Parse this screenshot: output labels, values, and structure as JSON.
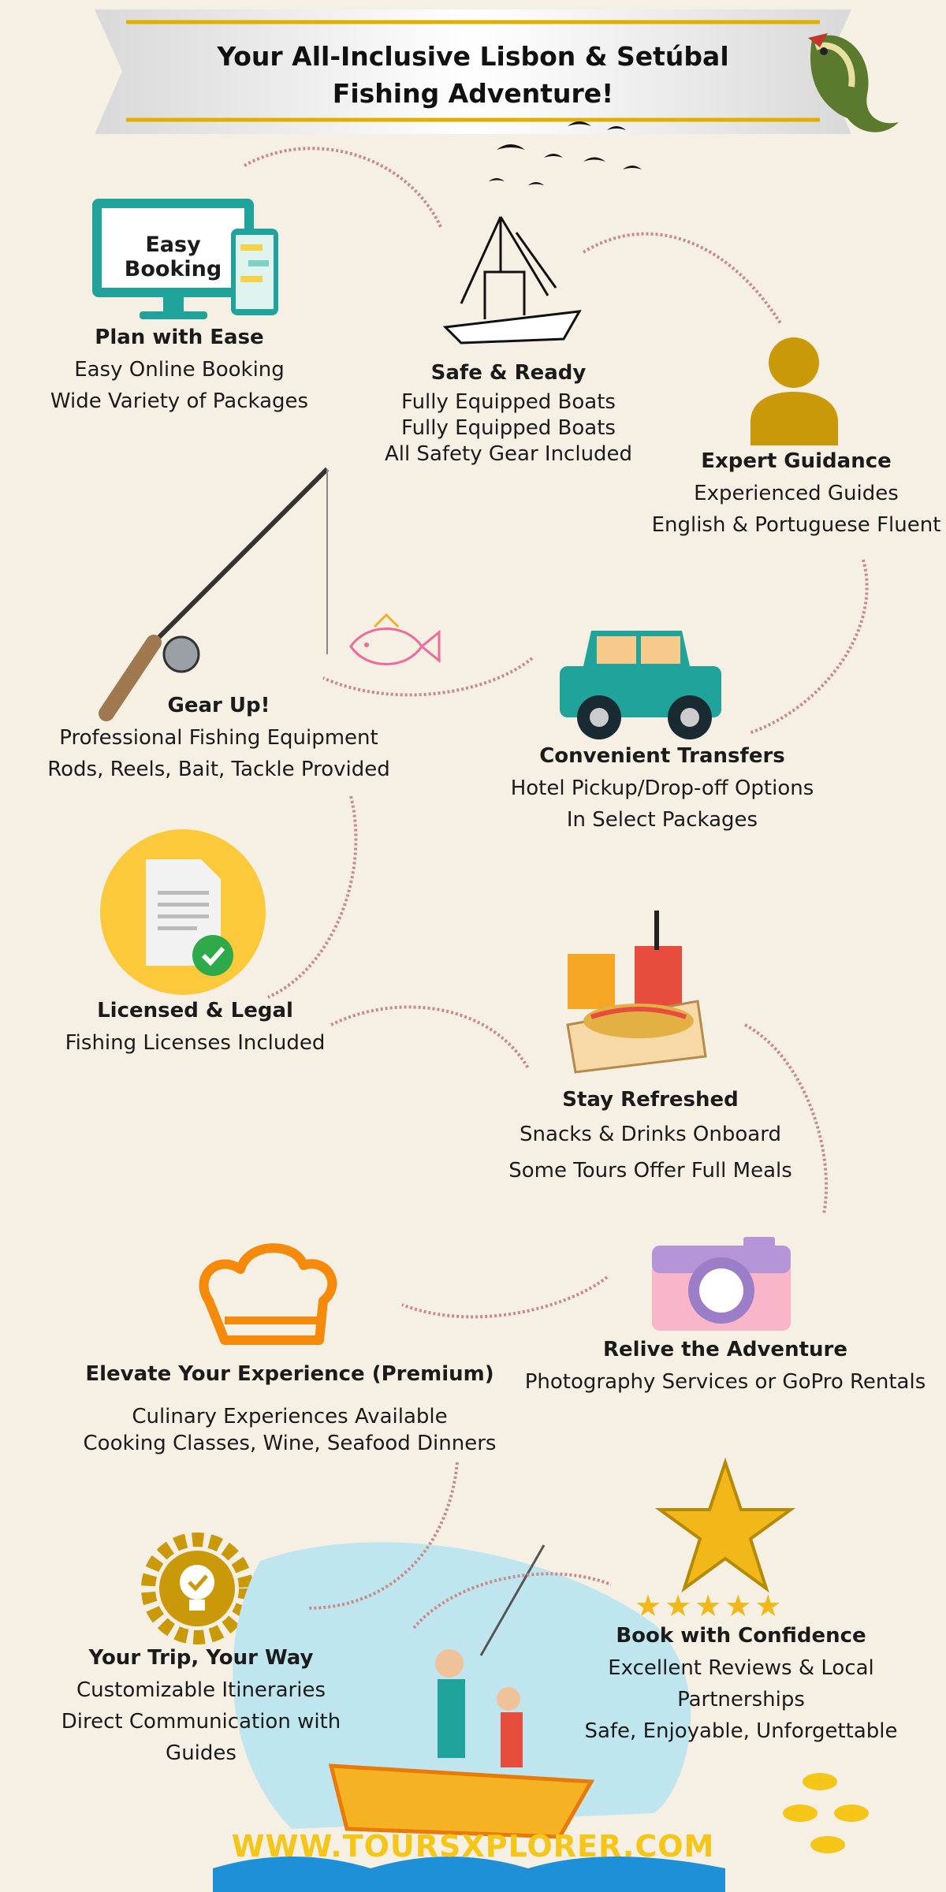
{
  "title": {
    "line1": "Your All-Inclusive Lisbon & Setúbal",
    "line2": "Fishing Adventure!"
  },
  "booking_screen_label": "Easy Booking",
  "sections": [
    {
      "heading": "Plan with Ease",
      "lines": [
        "Easy Online Booking",
        "Wide Variety of Packages"
      ]
    },
    {
      "heading": "Safe & Ready",
      "lines": [
        "Fully Equipped Boats",
        "Fully Equipped Boats",
        "All Safety Gear Included"
      ]
    },
    {
      "heading": "Expert Guidance",
      "lines": [
        "Experienced Guides",
        "English & Portuguese Fluent"
      ]
    },
    {
      "heading": "Gear Up!",
      "lines": [
        "Professional Fishing Equipment",
        "Rods, Reels, Bait, Tackle Provided"
      ]
    },
    {
      "heading": "Convenient Transfers",
      "lines": [
        "Hotel Pickup/Drop-off Options",
        "In Select Packages"
      ]
    },
    {
      "heading": "Licensed & Legal",
      "lines": [
        "Fishing Licenses Included"
      ]
    },
    {
      "heading": "Stay Refreshed",
      "lines": [
        "Snacks & Drinks Onboard",
        "Some Tours Offer Full Meals"
      ]
    },
    {
      "heading": "Relive the Adventure",
      "lines": [
        "Photography Services or GoPro Rentals"
      ]
    },
    {
      "heading": "Elevate Your Experience (Premium)",
      "lines": [
        "Culinary Experiences Available",
        "Cooking Classes, Wine, Seafood Dinners"
      ]
    },
    {
      "heading": "Your Trip, Your Way",
      "lines": [
        "Customizable Itineraries",
        "Direct Communication with Guides"
      ]
    },
    {
      "heading": "Book with Confidence",
      "lines": [
        "Excellent Reviews & Local Partnerships",
        "Safe, Enjoyable, Unforgettable"
      ]
    }
  ],
  "rating_stars": 5,
  "footer_url": "WWW.TOURSXPLORER.COM",
  "colors": {
    "background": "#f6f0e4",
    "gold": "#c9990a",
    "teal": "#1fa39b",
    "arrow": "#c98a8a",
    "footer_text": "#f5c518"
  }
}
